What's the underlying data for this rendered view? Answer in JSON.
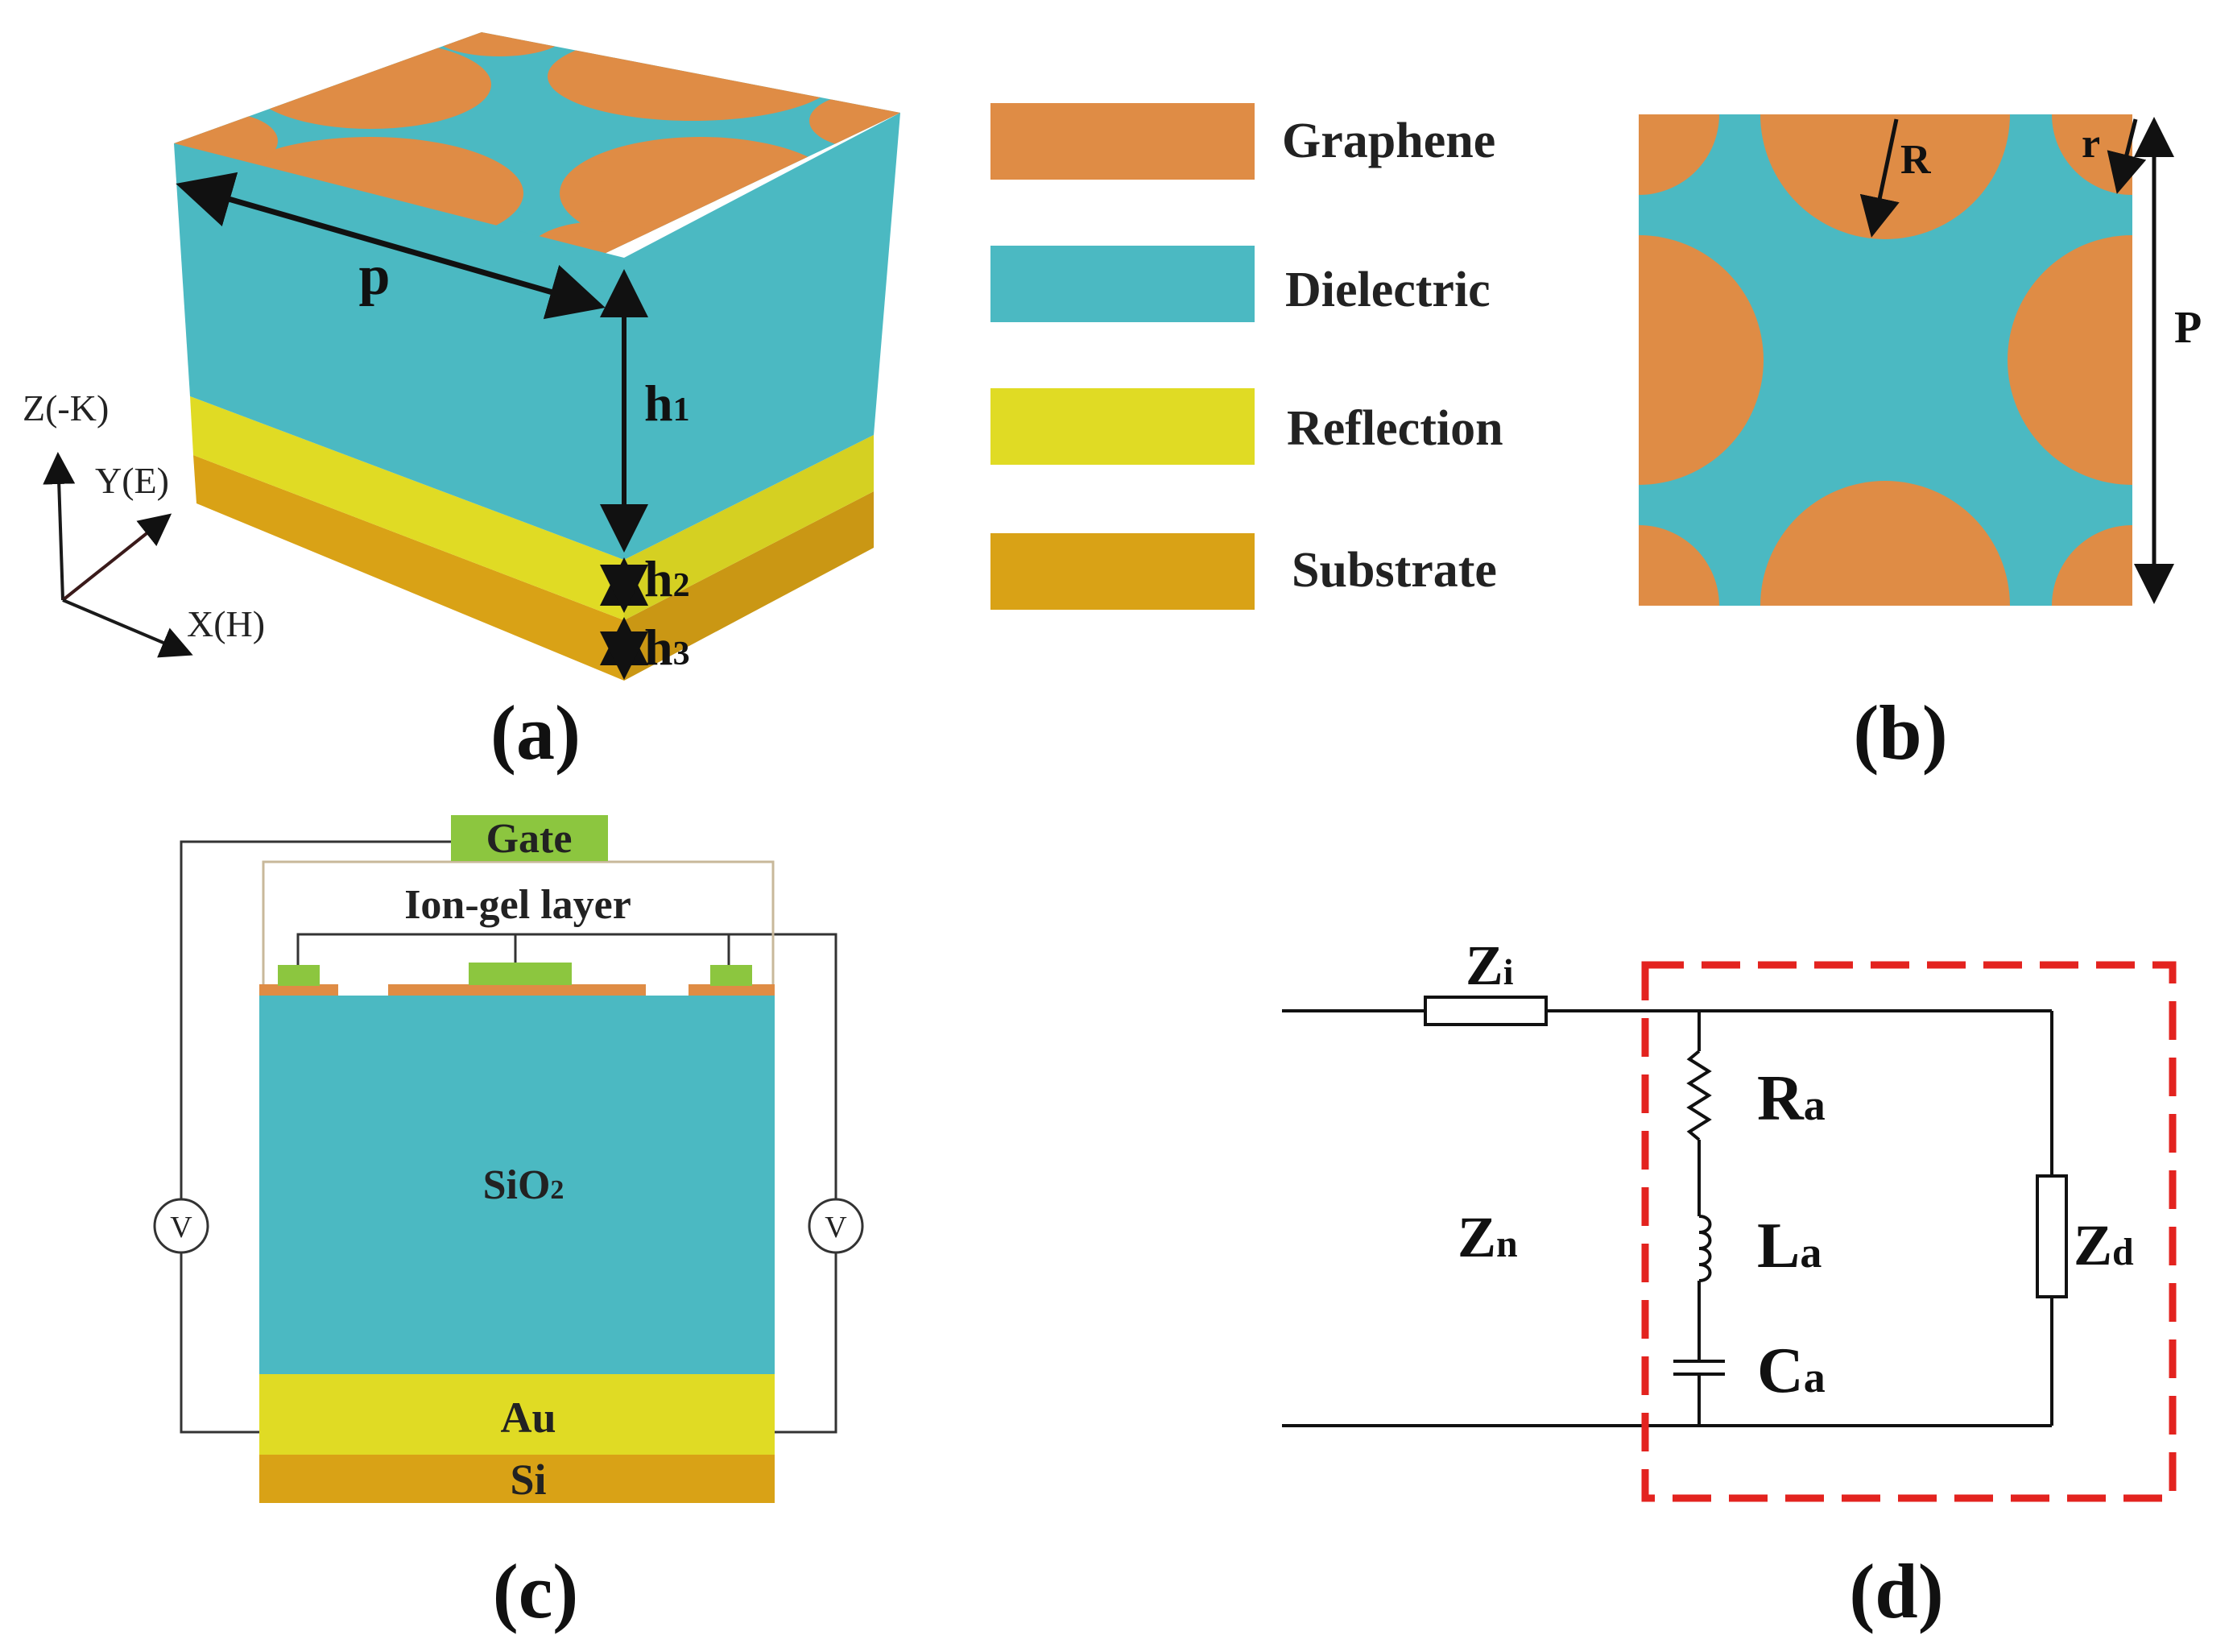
{
  "colors": {
    "graphene": "#DF8C45",
    "dielectric": "#4BB9C2",
    "reflection": "#E0DB24",
    "substrate": "#D9A216",
    "gate": "#8CC63F",
    "circuit_box": "#E3231F",
    "wire": "#111111"
  },
  "panel_a": {
    "label": "(a)",
    "dim_p": "p",
    "h1": "h",
    "h1_sub": "1",
    "h2": "h",
    "h2_sub": "2",
    "h3": "h",
    "h3_sub": "3",
    "axis_z": "Z(-K)",
    "axis_y": "Y(E)",
    "axis_x": "X(H)"
  },
  "legend": [
    {
      "label": "Graphene",
      "color_key": "graphene"
    },
    {
      "label": "Dielectric",
      "color_key": "dielectric"
    },
    {
      "label": "Reflection",
      "color_key": "reflection"
    },
    {
      "label": "Substrate",
      "color_key": "substrate"
    }
  ],
  "panel_b": {
    "label": "(b)",
    "R": "R",
    "r": "r",
    "P": "P"
  },
  "panel_c": {
    "label": "(c)",
    "gate": "Gate",
    "ion_gel": "Ion-gel layer",
    "sio2": "SiO",
    "sio2_sub": "2",
    "au": "Au",
    "si": "Si",
    "v_left": "V",
    "v_right": "V"
  },
  "panel_d": {
    "label": "(d)",
    "zi": "Z",
    "zi_sub": "i",
    "zn": "Z",
    "zn_sub": "n",
    "ra": "R",
    "ra_sub": "a",
    "la": "L",
    "la_sub": "a",
    "ca": "C",
    "ca_sub": "a",
    "zd": "Z",
    "zd_sub": "d"
  }
}
